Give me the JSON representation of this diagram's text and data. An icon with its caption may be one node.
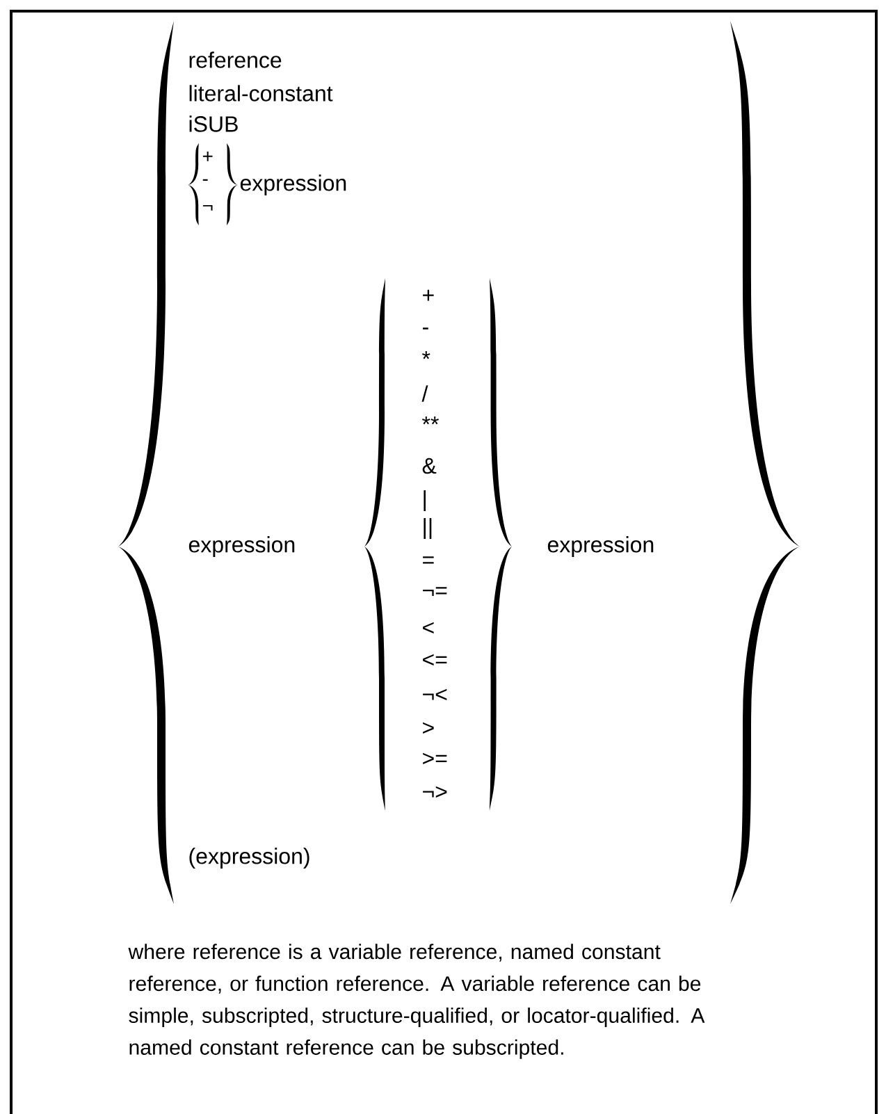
{
  "diagram": {
    "labels": [
      "reference",
      "literal-constant",
      "iSUB",
      "+",
      "-",
      "¬",
      "expression",
      "expression",
      "+",
      "-",
      "*",
      "/",
      "**",
      "&",
      "|",
      "||",
      "=",
      "¬=",
      "<",
      "<=",
      "¬<",
      ">",
      ">=",
      "¬>",
      "expression",
      "(expression)",
      "where reference is a variable reference, named constant reference, or function reference.  A variable reference can be simple, subscripted, structure-qualified, or locator-qualified.  A named constant reference can be subscripted."
    ]
  }
}
